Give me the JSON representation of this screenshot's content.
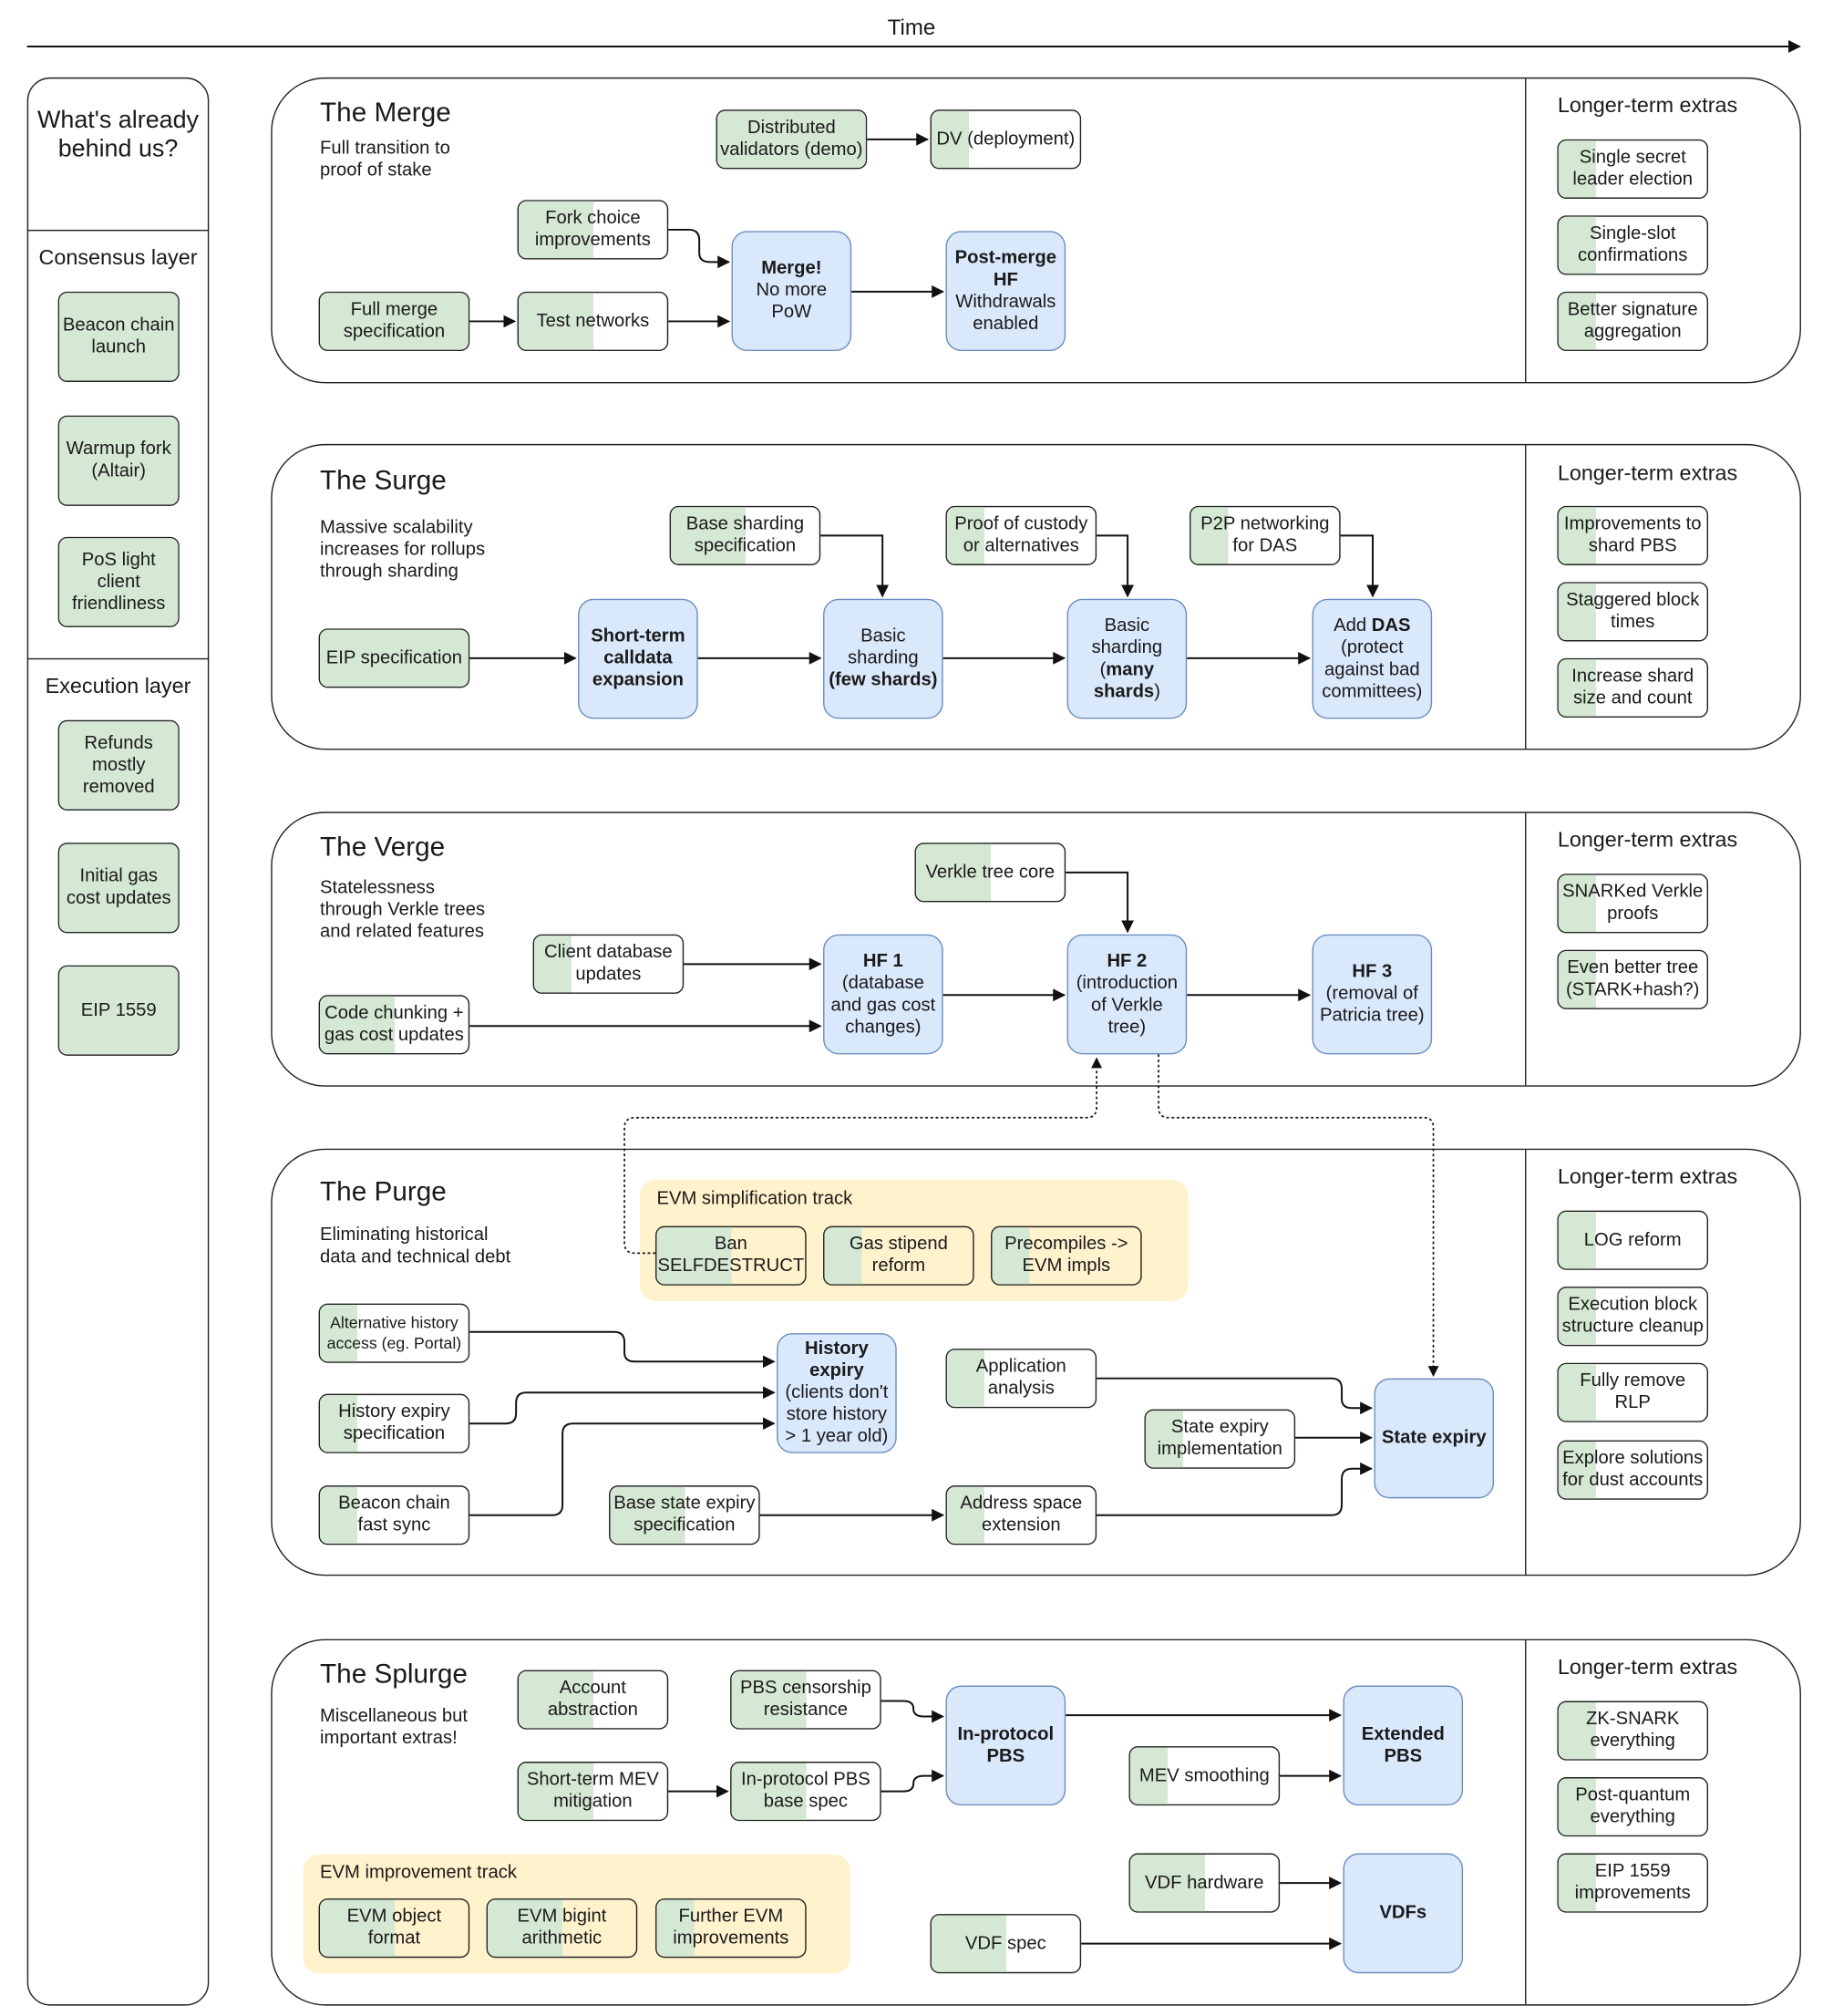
{
  "time_label": "Time",
  "left": {
    "title": "What's already behind us?",
    "consensus_label": "Consensus layer",
    "consensus": [
      "Beacon chain launch",
      "Warmup fork (Altair)",
      "PoS light client friendliness"
    ],
    "execution_label": "Execution layer",
    "execution": [
      "Refunds mostly removed",
      "Initial gas cost updates",
      "EIP 1559"
    ]
  },
  "extras_label": "Longer-term extras",
  "merge": {
    "title": "The Merge",
    "subtitle": "Full transition to proof of stake",
    "distributed_validators": "Distributed validators (demo)",
    "dv_deployment": "DV (deployment)",
    "fork_choice": "Fork choice improvements",
    "full_merge_spec": "Full merge specification",
    "test_networks": "Test networks",
    "merge_bold": "Merge!",
    "merge_rest": "No more PoW",
    "post_merge_bold": "Post-merge HF",
    "post_merge_rest": "Withdrawals enabled",
    "extras": [
      "Single secret leader election",
      "Single-slot confirmations",
      "Better signature aggregation"
    ]
  },
  "surge": {
    "title": "The Surge",
    "subtitle": "Massive scalability increases for rollups through sharding",
    "base_sharding_spec": "Base sharding specification",
    "proof_of_custody": "Proof of custody or alternatives",
    "p2p_das": "P2P networking for DAS",
    "eip_spec": "EIP specification",
    "short_term_calldata": "Short-term calldata expansion",
    "basic_few_1": "Basic sharding",
    "basic_few_2": "(few shards)",
    "basic_many_1": "Basic sharding",
    "basic_many_2": "many shards",
    "das_1": "Add",
    "das_2": "DAS",
    "das_3": "(protect against bad committees)",
    "extras": [
      "Improvements to shard PBS",
      "Staggered block times",
      "Increase shard size and count"
    ]
  },
  "verge": {
    "title": "The Verge",
    "subtitle": "Statelessness through Verkle trees and related features",
    "verkle_core": "Verkle tree core",
    "client_db": "Client database updates",
    "code_chunking": "Code chunking + gas cost updates",
    "hf1_bold": "HF 1",
    "hf1_rest": "(database and gas cost changes)",
    "hf2_bold": "HF 2",
    "hf2_rest": "(introduction of Verkle tree)",
    "hf3_bold": "HF 3",
    "hf3_rest": "(removal of Patricia tree)",
    "extras": [
      "SNARKed Verkle proofs",
      "Even better tree (STARK+hash?)"
    ]
  },
  "purge": {
    "title": "The Purge",
    "subtitle": "Eliminating historical data and technical debt",
    "track_title": "EVM simplification track",
    "ban_selfdestruct": "Ban SELFDESTRUCT",
    "gas_stipend": "Gas stipend reform",
    "precompiles": "Precompiles -> EVM impls",
    "alt_history": "Alternative history access (eg. Portal)",
    "history_expiry_spec": "History expiry specification",
    "beacon_fast_sync": "Beacon chain fast sync",
    "history_expiry_bold": "History expiry",
    "history_expiry_rest": "(clients don't store history > 1 year old)",
    "application_analysis": "Application analysis",
    "state_expiry_impl": "State expiry implementation",
    "base_state_expiry_spec": "Base state expiry specification",
    "address_space": "Address space extension",
    "state_expiry": "State expiry",
    "extras": [
      "LOG reform",
      "Execution block structure cleanup",
      "Fully remove RLP",
      "Explore solutions for dust accounts"
    ]
  },
  "splurge": {
    "title": "The Splurge",
    "subtitle": "Miscellaneous but important extras!",
    "account_abstraction": "Account abstraction",
    "pbs_censorship": "PBS censorship resistance",
    "short_term_mev": "Short-term MEV mitigation",
    "in_protocol_pbs_spec": "In-protocol PBS base spec",
    "in_protocol_pbs": "In-protocol PBS",
    "extended_pbs": "Extended PBS",
    "mev_smoothing": "MEV smoothing",
    "vdf_hardware": "VDF hardware",
    "vdf_spec": "VDF spec",
    "vdfs": "VDFs",
    "track_title": "EVM improvement track",
    "evm_object_format": "EVM object format",
    "evm_bigint": "EVM bigint arithmetic",
    "further_evm": "Further EVM improvements",
    "extras": [
      "ZK-SNARK everything",
      "Post-quantum everything",
      "EIP 1559 improvements"
    ]
  }
}
